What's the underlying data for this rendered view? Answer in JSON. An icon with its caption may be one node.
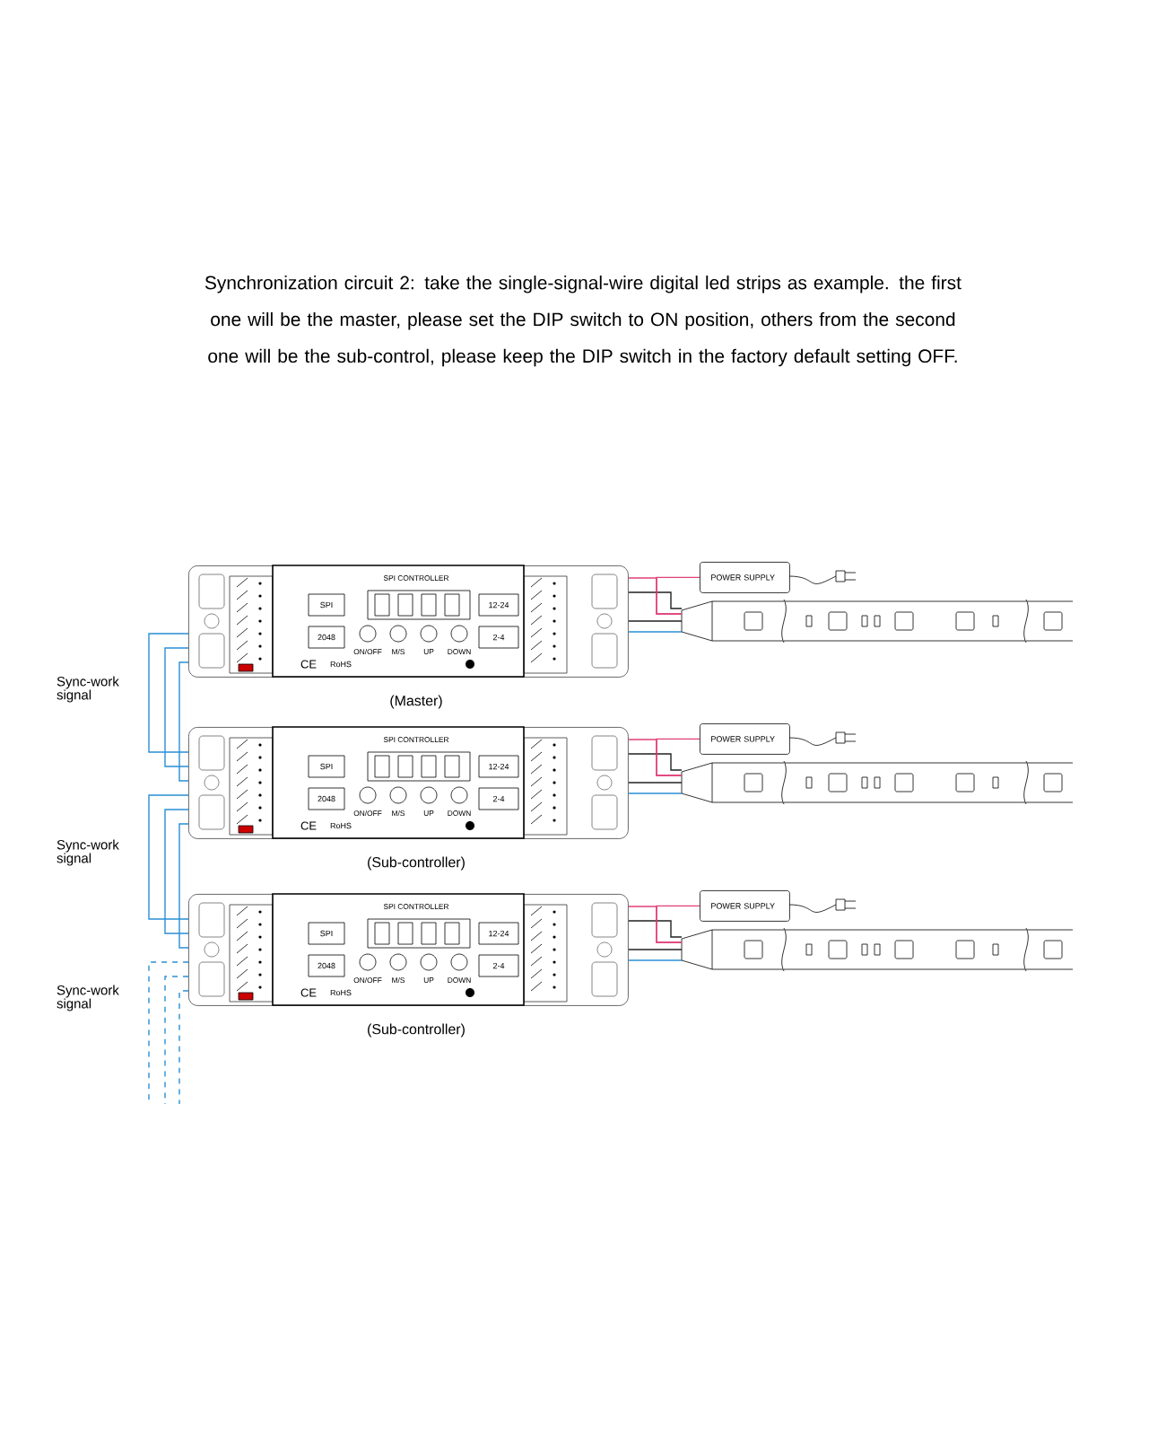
{
  "diagram": {
    "title": "Synchronization circuit 2: take the single-signal-wire digital led strips as example. the first one will be the master, please set the DIP switch to ON position, others from the second one will be the sub-control, please keep the DIP switch in the factory default setting OFF.",
    "nodes": [
      {
        "text": [
          "SPI CONTROLLER",
          "SPI",
          "2048",
          "12-24",
          "2-4",
          "ON/OFF",
          "M/S",
          "UP",
          "DOWN",
          "CE",
          "RoHS"
        ],
        "beside": [
          "(Master)"
        ]
      },
      {
        "text": [
          "POWER SUPPLY"
        ]
      },
      {
        "text": [],
        "shape": "picture"
      },
      {
        "text": [
          "SPI CONTROLLER",
          "SPI",
          "2048",
          "12-24",
          "2-4",
          "ON/OFF",
          "M/S",
          "UP",
          "DOWN",
          "CE",
          "RoHS"
        ],
        "beside": [
          "(Sub-controller)"
        ]
      },
      {
        "text": [
          "POWER SUPPLY"
        ]
      },
      {
        "text": [],
        "shape": "picture"
      },
      {
        "text": [
          "SPI CONTROLLER",
          "SPI",
          "2048",
          "12-24",
          "2-4",
          "ON/OFF",
          "M/S",
          "UP",
          "DOWN",
          "CE",
          "RoHS"
        ],
        "beside": [
          "(Sub-controller)"
        ]
      },
      {
        "text": [
          "POWER SUPPLY"
        ]
      },
      {
        "text": [],
        "shape": "picture"
      }
    ],
    "edges": [
      {
        "from": 0,
        "to": 3,
        "arrow": "none",
        "color": "#2a8fd6"
      },
      {
        "from": 0,
        "to": 3,
        "arrow": "none",
        "color": "#2a8fd6"
      },
      {
        "from": 0,
        "to": 3,
        "arrow": "none",
        "color": "#2a8fd6"
      },
      {
        "from": 3,
        "to": 6,
        "arrow": "none",
        "color": "#2a8fd6"
      },
      {
        "from": 3,
        "to": 6,
        "arrow": "none",
        "color": "#2a8fd6"
      },
      {
        "from": 3,
        "to": 6,
        "arrow": "none",
        "color": "#2a8fd6"
      },
      {
        "from": 6,
        "to": null,
        "arrow": "none",
        "color": "#2a8fd6",
        "style": "dashed"
      },
      {
        "from": 6,
        "to": null,
        "arrow": "none",
        "color": "#2a8fd6",
        "style": "dashed"
      },
      {
        "from": 6,
        "to": null,
        "arrow": "none",
        "color": "#2a8fd6",
        "style": "dashed"
      },
      {
        "from": 0,
        "to": 2,
        "arrow": "none",
        "color": "#e0407a"
      },
      {
        "from": 0,
        "to": 2,
        "arrow": "none",
        "color": "#222222"
      },
      {
        "from": 0,
        "to": 2,
        "arrow": "none",
        "color": "#222222"
      },
      {
        "from": 0,
        "to": 2,
        "arrow": "none",
        "color": "#2a8fd6"
      },
      {
        "from": 1,
        "to": 2,
        "arrow": "none",
        "color": "#e0407a"
      },
      {
        "from": 3,
        "to": 5,
        "arrow": "none",
        "color": "#e0407a"
      },
      {
        "from": 3,
        "to": 5,
        "arrow": "none",
        "color": "#222222"
      },
      {
        "from": 3,
        "to": 5,
        "arrow": "none",
        "color": "#222222"
      },
      {
        "from": 3,
        "to": 5,
        "arrow": "none",
        "color": "#2a8fd6"
      },
      {
        "from": 4,
        "to": 5,
        "arrow": "none",
        "color": "#e0407a"
      },
      {
        "from": 6,
        "to": 8,
        "arrow": "none",
        "color": "#e0407a"
      },
      {
        "from": 6,
        "to": 8,
        "arrow": "none",
        "color": "#222222"
      },
      {
        "from": 6,
        "to": 8,
        "arrow": "none",
        "color": "#222222"
      },
      {
        "from": 6,
        "to": 8,
        "arrow": "none",
        "color": "#2a8fd6"
      },
      {
        "from": 7,
        "to": 8,
        "arrow": "none",
        "color": "#e0407a"
      }
    ],
    "labels": [
      "Sync-work signal",
      "Sync-work signal",
      "Sync-work signal"
    ]
  }
}
